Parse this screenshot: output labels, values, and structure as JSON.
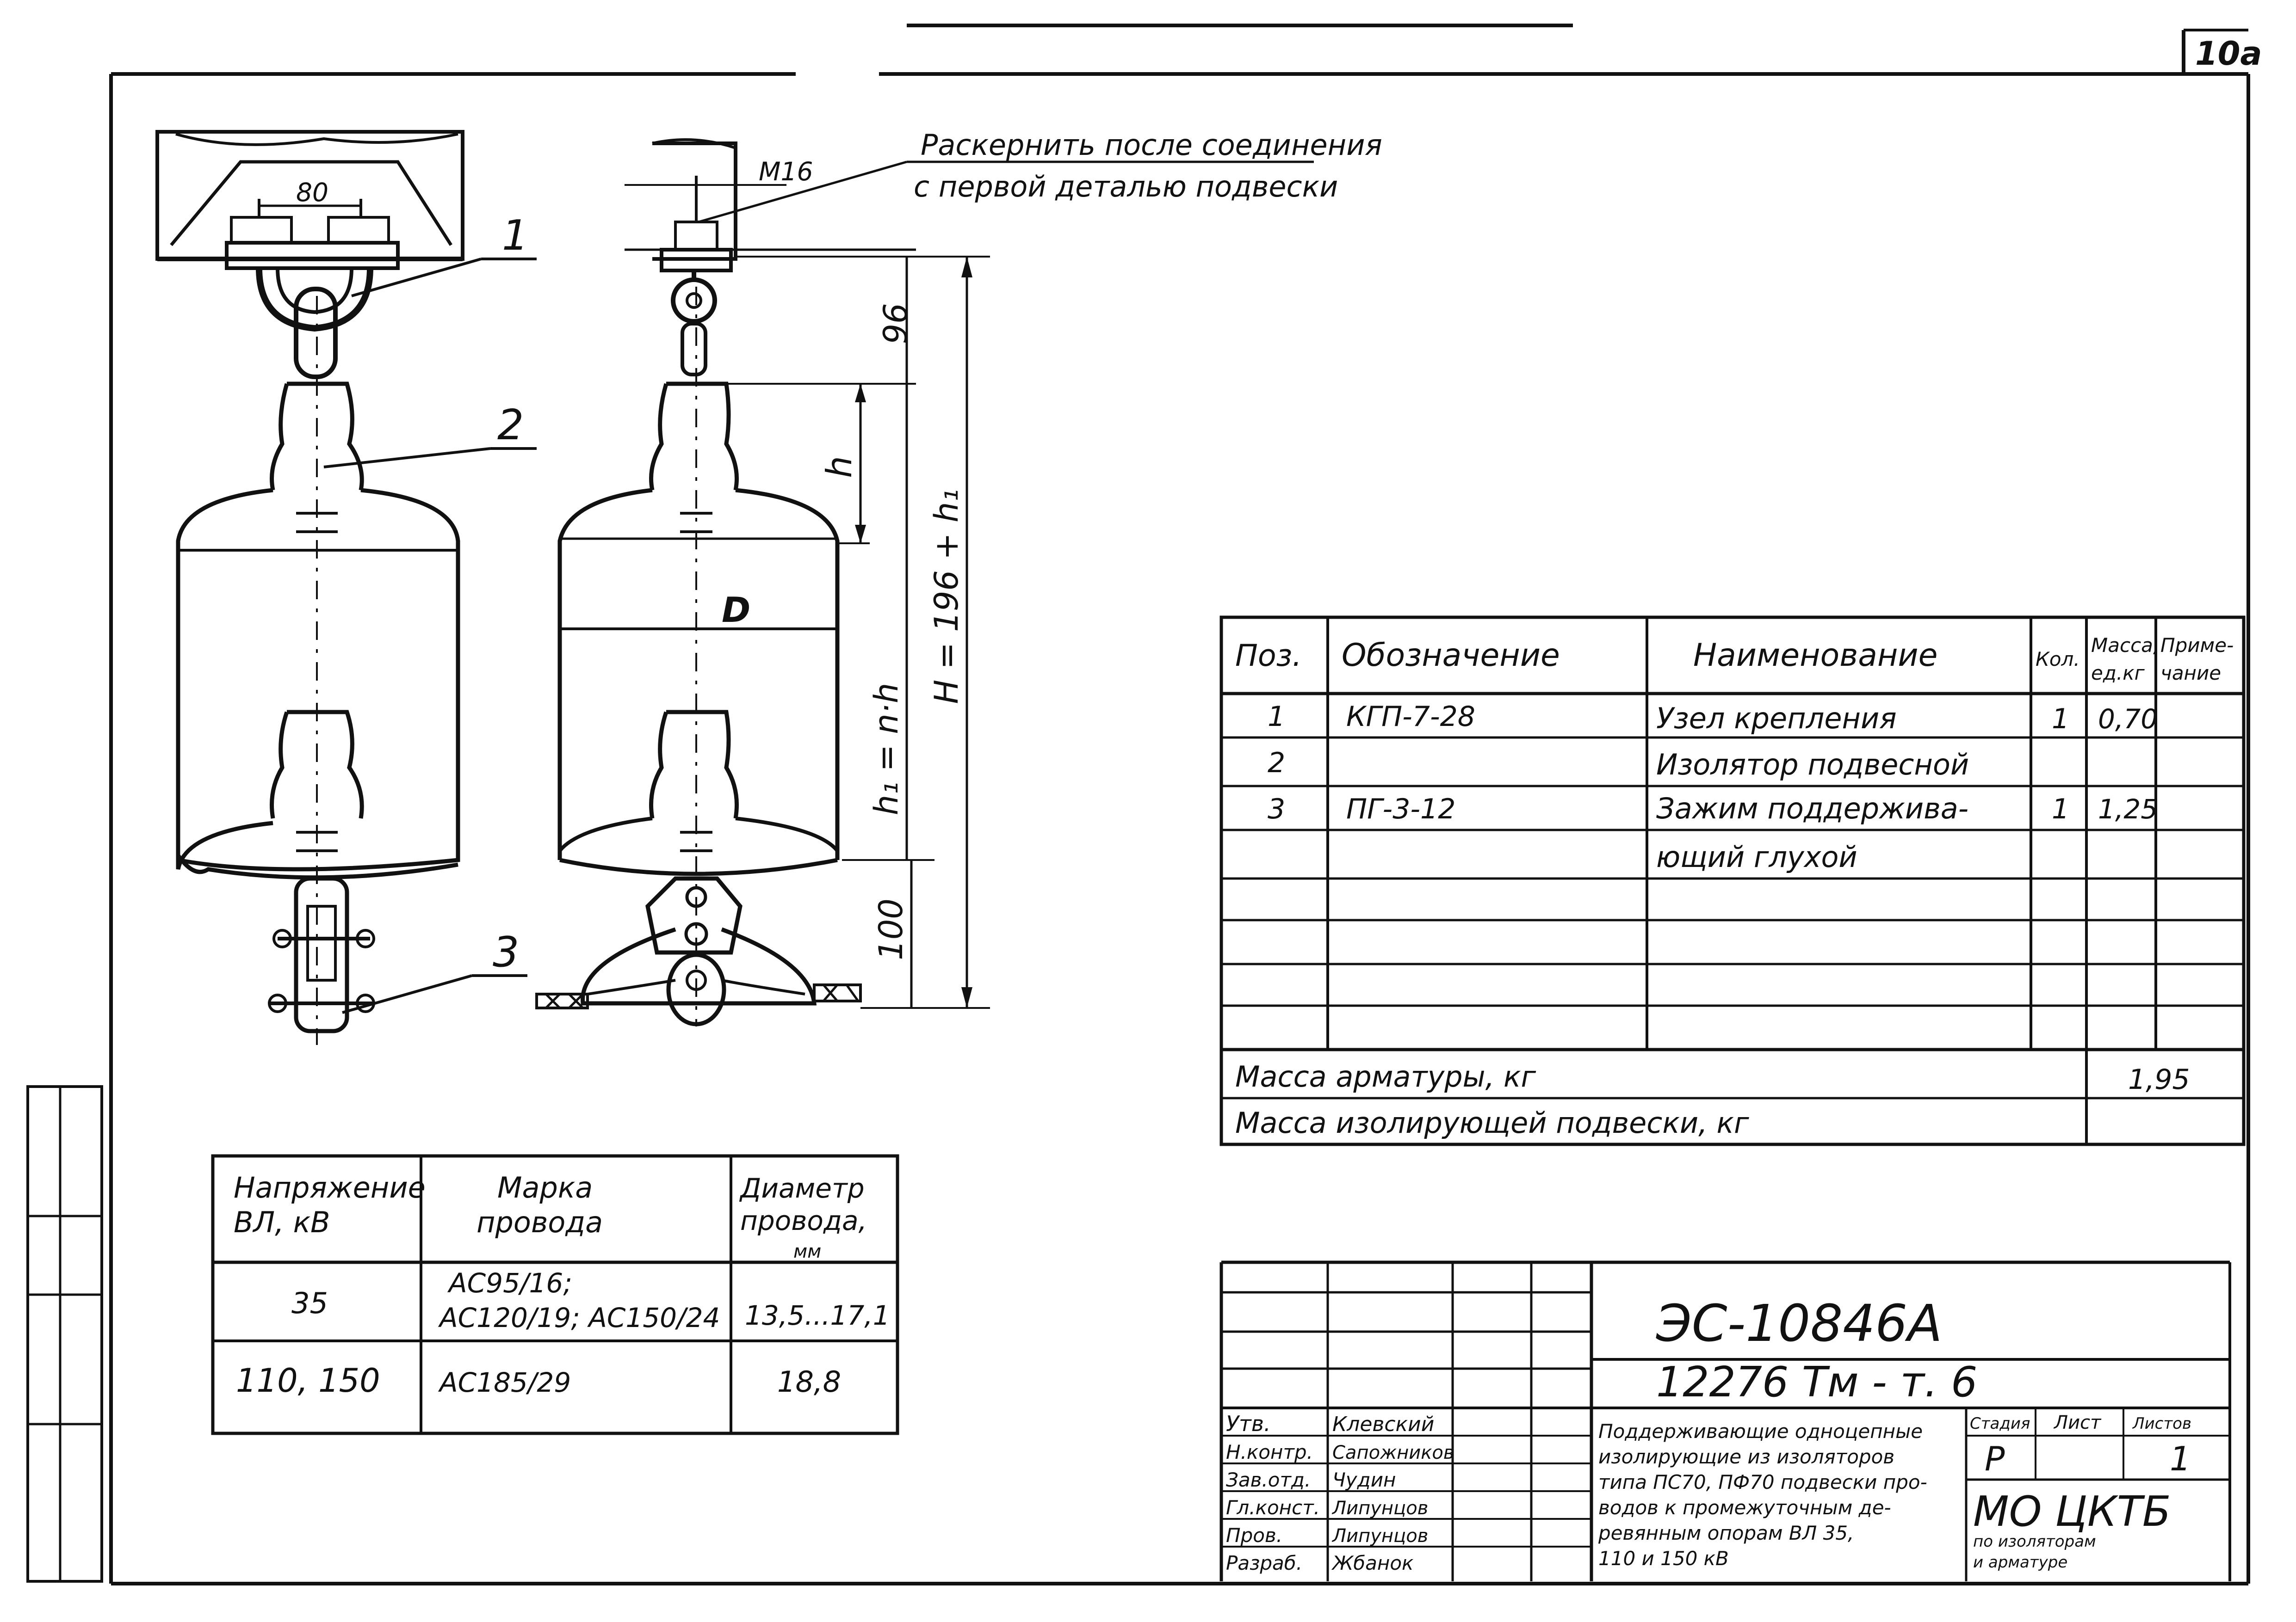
{
  "sheet": {
    "sheet_mark": "10а"
  },
  "drawing": {
    "callout_note_line1": "Раскернить после соединения",
    "callout_note_line2": "с первой деталью подвески",
    "bolt_label": "М16",
    "dim_80": "80",
    "dim_96": "96",
    "dim_h": "h",
    "dim_D": "D",
    "dim_h1": "h₁ = n·h",
    "dim_H": "H = 196 + h₁",
    "dim_100": "100",
    "pos_1": "1",
    "pos_2": "2",
    "pos_3": "3"
  },
  "parts_table": {
    "headers": {
      "pos": "Поз.",
      "designation": "Обозначение",
      "name": "Наименование",
      "qty": "Кол.",
      "mass_line1": "Масса,",
      "mass_line2": "ед.кг",
      "note_line1": "Приме-",
      "note_line2": "чание"
    },
    "rows": [
      {
        "pos": "1",
        "designation": "КГП-7-28",
        "name": "Узел крепления",
        "qty": "1",
        "mass": "0,70",
        "note": ""
      },
      {
        "pos": "2",
        "designation": "",
        "name": "Изолятор подвесной",
        "qty": "",
        "mass": "",
        "note": ""
      },
      {
        "pos": "3",
        "designation": "ПГ-3-12",
        "name": "Зажим поддержива-",
        "qty": "1",
        "mass": "1,25",
        "note": ""
      },
      {
        "pos": "",
        "designation": "",
        "name": "ющий глухой",
        "qty": "",
        "mass": "",
        "note": ""
      }
    ],
    "fittings_mass_label": "Масса арматуры, кг",
    "fittings_mass_value": "1,95",
    "insulating_mass_label": "Масса изолирующей подвески, кг",
    "insulating_mass_value": ""
  },
  "voltage_table": {
    "headers": {
      "voltage_line1": "Напряжение",
      "voltage_line2": "ВЛ, кВ",
      "wire_line1": "Марка",
      "wire_line2": "провода",
      "diam_line1": "Диаметр",
      "diam_line2": "провода,",
      "diam_line3": "мм"
    },
    "rows": [
      {
        "voltage": "35",
        "wire_line1": "АС95/16;",
        "wire_line2": "АС120/19; АС150/24",
        "diameter": "13,5...17,1"
      },
      {
        "voltage": "110, 150",
        "wire_line1": "АС185/29",
        "wire_line2": "",
        "diameter": "18,8"
      }
    ]
  },
  "title_block": {
    "code": "ЭС-10846А",
    "project": "12276 Тм - т. 6",
    "roles": [
      "Утв.",
      "Н.контр.",
      "Зав.отд.",
      "Гл.конст.",
      "Пров.",
      "Разраб."
    ],
    "names": [
      "Клевский",
      "Сапожников",
      "Чудин",
      "Липунцов",
      "Липунцов",
      "Жбанок"
    ],
    "title_line1": "Поддерживающие одноцепные",
    "title_line2": "изолирующие из изоляторов",
    "title_line3": "типа ПС70, ПФ70 подвески про-",
    "title_line4": "водов к промежуточным де-",
    "title_line5": "ревянным опорам ВЛ 35,",
    "title_line6": "110 и 150 кВ",
    "stage_label": "Стадия",
    "sheet_label": "Лист",
    "sheets_label": "Листов",
    "stage_value": "Р",
    "sheet_value": "",
    "sheets_value": "1",
    "org": "МО ЦКТБ",
    "org_sub1": "по изоляторам",
    "org_sub2": "и арматуре"
  }
}
